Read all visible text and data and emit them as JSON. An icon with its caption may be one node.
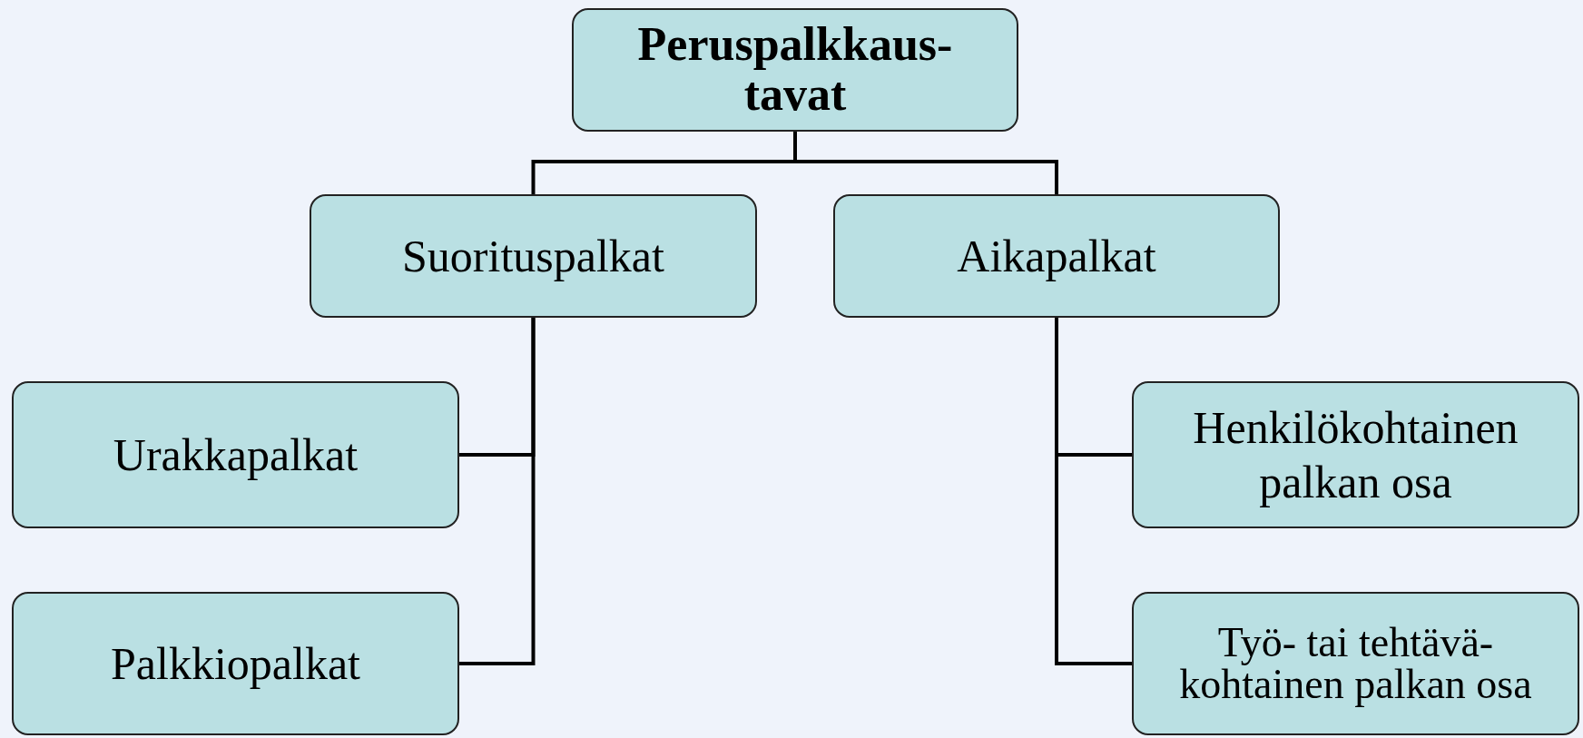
{
  "diagram": {
    "nodes": [
      {
        "text": [
          "Peruspalkkaus-tavat"
        ]
      },
      {
        "text": [
          "Suorituspalkat"
        ]
      },
      {
        "text": [
          "Aikapalkat"
        ]
      },
      {
        "text": [
          "Urakkapalkat"
        ]
      },
      {
        "text": [
          "Palkkiopalkat"
        ]
      },
      {
        "text": [
          "Henkilökohtainen palkan osa"
        ]
      },
      {
        "text": [
          "Työ- tai tehtävä-kohtainen palkan osa"
        ]
      }
    ],
    "edges": [
      {
        "from": 0,
        "to": 1,
        "arrow": "none"
      },
      {
        "from": 0,
        "to": 2,
        "arrow": "none"
      },
      {
        "from": 1,
        "to": 3,
        "arrow": "none"
      },
      {
        "from": 1,
        "to": 4,
        "arrow": "none"
      },
      {
        "from": 2,
        "to": 5,
        "arrow": "none"
      },
      {
        "from": 2,
        "to": 6,
        "arrow": "none"
      }
    ]
  }
}
